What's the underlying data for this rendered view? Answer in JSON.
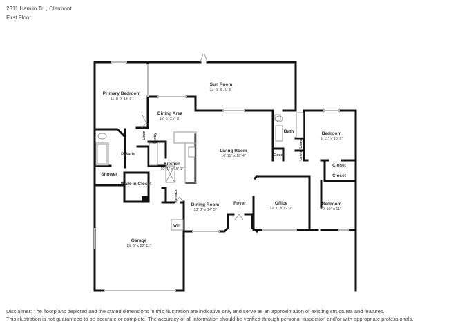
{
  "header": {
    "address": "2311 Hamlin Trl , Clermont",
    "floor": "First Floor"
  },
  "rooms": [
    {
      "name": "Primary Bedroom",
      "dims": "11' 8\" x 14' 8\""
    },
    {
      "name": "Sun Room",
      "dims": "32' 5\" x 10' 8\""
    },
    {
      "name": "Dining Area",
      "dims": "12' 6\" x 7' 8\""
    },
    {
      "name": "P.Bath",
      "dims": ""
    },
    {
      "name": "Kitchen",
      "dims": "10' 1\" x 15' 1\""
    },
    {
      "name": "Living Room",
      "dims": "16' 11\" x 18' 4\""
    },
    {
      "name": "Bath",
      "dims": ""
    },
    {
      "name": "Bedroom",
      "dims": "9' 11\" x 10' 6\""
    },
    {
      "name": "Closet",
      "dims": ""
    },
    {
      "name": "Closet",
      "dims": ""
    },
    {
      "name": "Office",
      "dims": "12' 1\" x 12' 2\""
    },
    {
      "name": "Bedroom",
      "dims": "9' 10\" x 11'"
    },
    {
      "name": "Shower",
      "dims": ""
    },
    {
      "name": "Walk-In Closet",
      "dims": ""
    },
    {
      "name": "Dining Room",
      "dims": "13' 8\" x 14' 3\""
    },
    {
      "name": "Foyer",
      "dims": ""
    },
    {
      "name": "Garage",
      "dims": "19' 6\" x 22' 11\""
    }
  ],
  "small_labels": {
    "linen1": "Linen",
    "pantry": "Pantry",
    "linen2": "Linen",
    "closet_small": "Closet",
    "linen3": "Linen",
    "furnace": "Furnace",
    "wh": "W/H"
  },
  "disclaimer": {
    "line1": "Disclaimer: The floorplans depicted and the stated dimensions in this illustration are indicative only and serve as an approximation of existing structures and features.",
    "line2": "This illustration is not guaranteed to be accurate or complete. The accuracy of all information should be verified through personal inspection and/or with appropriate professionals."
  }
}
